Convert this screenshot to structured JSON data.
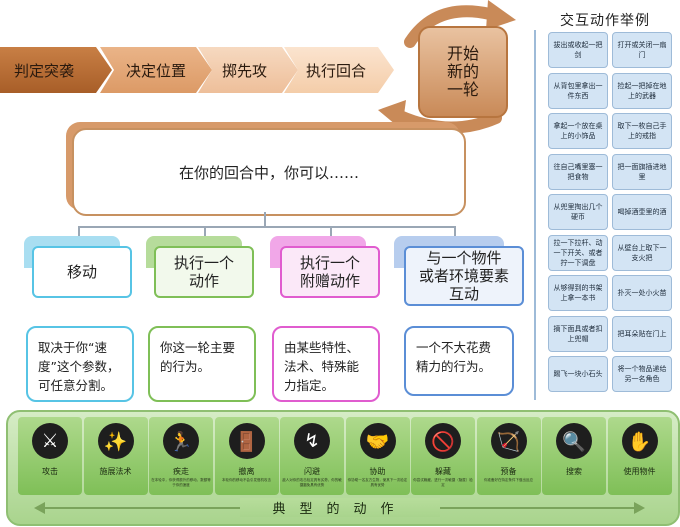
{
  "flow": {
    "steps": [
      "判定突袭",
      "决定位置",
      "掷先攻",
      "执行回合"
    ],
    "loop_label": "开始\n新的\n一轮"
  },
  "main_prompt": "在你的回合中，你可以……",
  "columns": [
    {
      "title": "移动",
      "desc": "取决于你“速度”这个参数，可任意分割。",
      "color": "#57c4e5"
    },
    {
      "title": "执行一个\n动作",
      "desc": "你这一轮主要的行为。",
      "color": "#7fbf57"
    },
    {
      "title": "执行一个\n附赠动作",
      "desc": "由某些特性、法术、特殊能力指定。",
      "color": "#e05ccf"
    },
    {
      "title": "与一个物件\n或者环境要素\n互动",
      "desc": "一个不大花费精力的行为。",
      "color": "#5b8ed6"
    }
  ],
  "examples": {
    "title": "交互动作举例",
    "items": [
      "拔出或收起一把剑",
      "打开或关闭一扇门",
      "从背包里拿出一件东西",
      "捡起一把掉在地上的武器",
      "拿起一个放在桌上的小饰品",
      "取下一枚自己手上的戒指",
      "往自己嘴里塞一把食物",
      "把一面旗插进地里",
      "从兜里掏出几个硬币",
      "喝掉酒壶里的酒",
      "拉一下拉杆、动一下开关、或者拧一下调盘",
      "从壁台上取下一支火把",
      "从够得到的书架上拿一本书",
      "扑灭一处小火苗",
      "摘下面具或者扣上兜帽",
      "把耳朵贴在门上",
      "踢飞一块小石头",
      "将一个物品递给另一名角色"
    ]
  },
  "actions": {
    "band_label": "典型的动作",
    "items": [
      {
        "name": "攻击",
        "icon": "sword-swing-icon",
        "glyph": "⚔",
        "sub": ""
      },
      {
        "name": "施展法术",
        "icon": "magic-wand-icon",
        "glyph": "✨",
        "sub": ""
      },
      {
        "name": "疾走",
        "icon": "sprint-icon",
        "glyph": "🏃",
        "sub": "在本轮中，你获得额外的移动，数额等于你的速度"
      },
      {
        "name": "撤离",
        "icon": "disengage-icon",
        "glyph": "🚪",
        "sub": "本轮你的移动不会引发借机攻击"
      },
      {
        "name": "闪避",
        "icon": "dodge-icon",
        "glyph": "↯",
        "sub": "敌人对你的攻击检定具有劣势，你的敏捷豁免具有优势"
      },
      {
        "name": "协助",
        "icon": "help-icon",
        "glyph": "🤝",
        "sub": "你协助一名友方生物，使其下一次检定具有优势"
      },
      {
        "name": "躲藏",
        "icon": "hide-icon",
        "glyph": "🚫",
        "sub": "你尝试躲藏，进行一次敏捷（隐匿）检定"
      },
      {
        "name": "预备",
        "icon": "ready-bow-icon",
        "glyph": "🏹",
        "sub": "你准备好在特定条件下做出反应"
      },
      {
        "name": "搜索",
        "icon": "magnifier-icon",
        "glyph": "🔍",
        "sub": ""
      },
      {
        "name": "使用物件",
        "icon": "use-object-icon",
        "glyph": "✋",
        "sub": ""
      }
    ]
  }
}
